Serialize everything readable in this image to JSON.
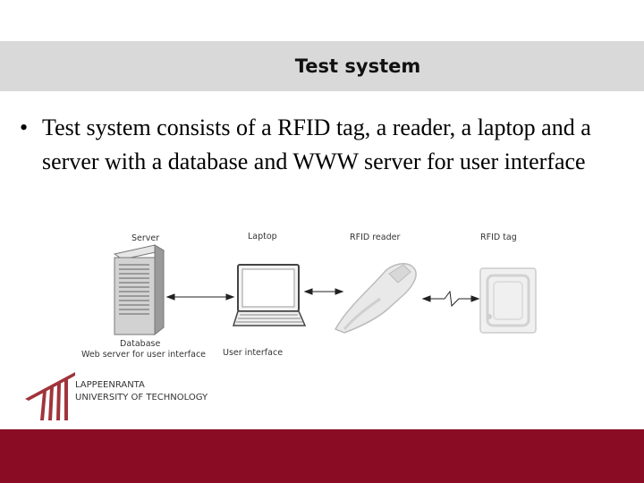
{
  "slide": {
    "title": "Test system",
    "bullet": "Test system consists of a RFID tag, a reader, a laptop and a server with a database and WWW server for user interface"
  },
  "diagram": {
    "server_label": "Server",
    "laptop_label": "Laptop",
    "reader_label": "RFID reader",
    "tag_label": "RFID tag",
    "server_caption_1": "Database",
    "server_caption_2": "Web server for user interface",
    "laptop_caption": "User interface"
  },
  "logo": {
    "line1": "LAPPEENRANTA",
    "line2": "UNIVERSITY OF TECHNOLOGY"
  },
  "colors": {
    "title_bar": "#d9d9d9",
    "footer": "#8a0b24",
    "logo_red": "#a0343c"
  }
}
